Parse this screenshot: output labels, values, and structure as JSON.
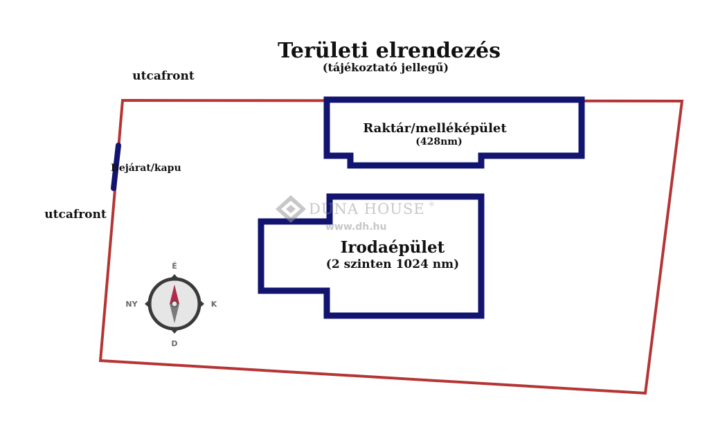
{
  "title": "Területi elrendezés",
  "subtitle": "(tájékoztató jellegű)",
  "labels": {
    "street_top": "utcafront",
    "street_left": "utcafront",
    "entrance": "Bejárat/kapu"
  },
  "buildings": {
    "warehouse": {
      "name": "Raktár/melléképület",
      "area": "(428nm)"
    },
    "office": {
      "name": "Irodaépület",
      "area": "(2 szinten 1024 nm)"
    }
  },
  "watermark": {
    "brand": "DUNA HOUSE",
    "registered": "®",
    "url": "www.dh.hu"
  },
  "compass": {
    "north": "É",
    "south": "D",
    "east": "K",
    "west": "NY"
  },
  "colors": {
    "plot_border": "#b53535",
    "building_outline": "#121470",
    "entrance": "#121470",
    "compass": "#3a3a3a"
  }
}
